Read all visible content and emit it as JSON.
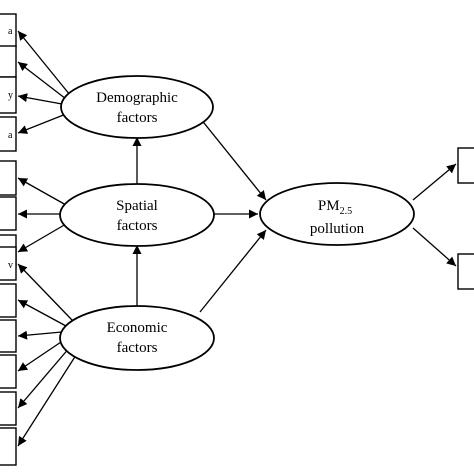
{
  "nodes": {
    "demographic": {
      "line1": "Demographic",
      "line2": "factors"
    },
    "spatial": {
      "line1": "Spatial",
      "line2": "factors"
    },
    "economic": {
      "line1": "Economic",
      "line2": "factors"
    },
    "pm25": {
      "line1_main": "PM",
      "line1_sub": "2.5",
      "line2": "pollution"
    }
  },
  "indicator_fragments": {
    "demo_1": "a",
    "demo_3": "y",
    "demo_4": "a",
    "econ_1": "v"
  }
}
